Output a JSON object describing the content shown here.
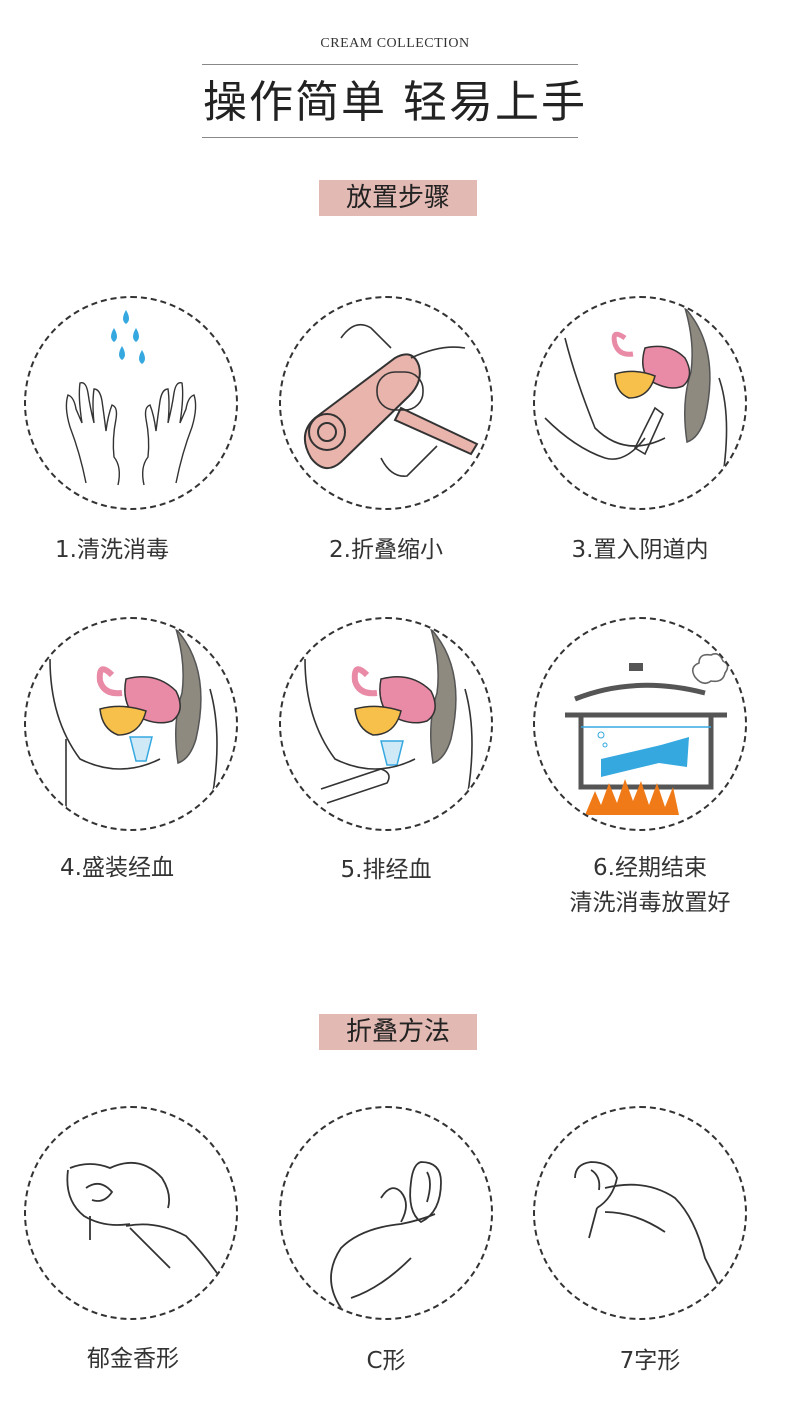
{
  "header": {
    "brand": "CREAM COLLECTION",
    "title": "操作简单 轻易上手"
  },
  "placement": {
    "section_title": "放置步骤",
    "steps": [
      {
        "label": "1.清洗消毒"
      },
      {
        "label": "2.折叠缩小"
      },
      {
        "label": "3.置入阴道内"
      },
      {
        "label": "4.盛装经血"
      },
      {
        "label": "5.排经血"
      },
      {
        "label": "6.经期结束",
        "label2": "清洗消毒放置好"
      }
    ]
  },
  "folding": {
    "section_title": "折叠方法",
    "methods": [
      {
        "label": "郁金香形"
      },
      {
        "label": "C形"
      },
      {
        "label": "7字形"
      }
    ]
  },
  "colors": {
    "section_bg": "#e3b9b3",
    "cup_pink": "#e8b4ac",
    "uterus_pink": "#e98aa6",
    "bladder_yellow": "#f7c04a",
    "spine_gray": "#8e8a80",
    "water_blue": "#35a8e0",
    "flame_orange": "#f07a18"
  },
  "icons": [
    "water-drops-icon",
    "hands-icon",
    "folded-cup-icon",
    "anatomy-icon",
    "pot-icon",
    "flame-icon",
    "steam-icon"
  ]
}
